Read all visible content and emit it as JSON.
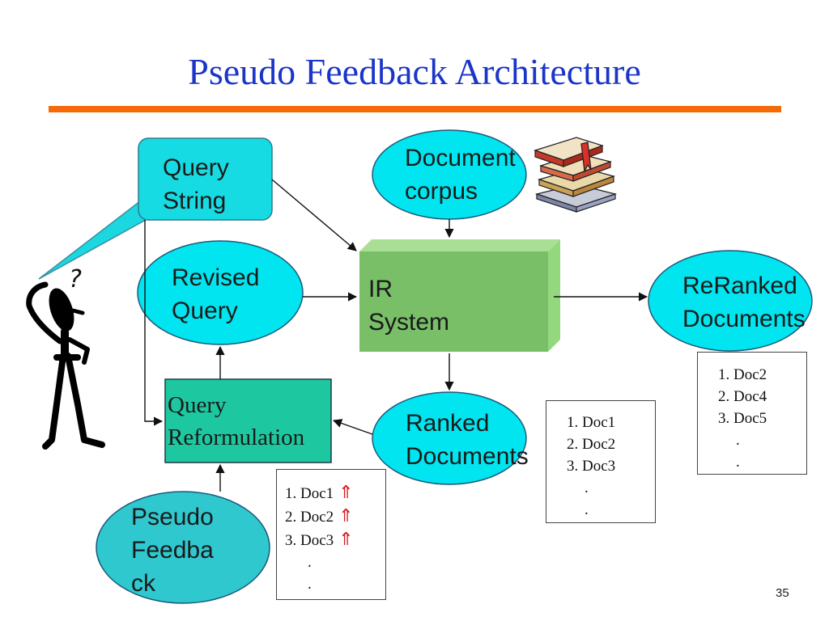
{
  "slide": {
    "title": "Pseudo Feedback Architecture",
    "page_number": "35"
  },
  "nodes": {
    "query_string": "Query\nString",
    "document_corpus": "Document\ncorpus",
    "revised_query": "Revised\nQuery",
    "ir_system": "IR\nSystem",
    "reranked_documents": "ReRanked\nDocuments",
    "query_reformulation": "Query\nReformulation",
    "ranked_documents": "Ranked\nDocuments",
    "pseudo_feedback": "Pseudo\nFeedba\nck",
    "question_mark": "?"
  },
  "lists": {
    "reranked": [
      "1. Doc2",
      "2. Doc4",
      "3. Doc5",
      ".",
      "."
    ],
    "ranked": [
      "1. Doc1",
      "2. Doc2",
      "3. Doc3",
      ".",
      "."
    ],
    "feedback": [
      "1. Doc1",
      "2. Doc2",
      "3. Doc3",
      ".",
      "."
    ],
    "feedback_marker": "⇑"
  },
  "colors": {
    "title": "#1a35c8",
    "rule": "#f56a06",
    "cyan_node": "#00e5ef",
    "teal_node": "#1dc8a0",
    "ir_box": "#78bf68",
    "feedback_node": "#30c8cf",
    "marker": "#d9161d"
  },
  "icons": [
    "thinking-person-icon",
    "books-icon"
  ]
}
